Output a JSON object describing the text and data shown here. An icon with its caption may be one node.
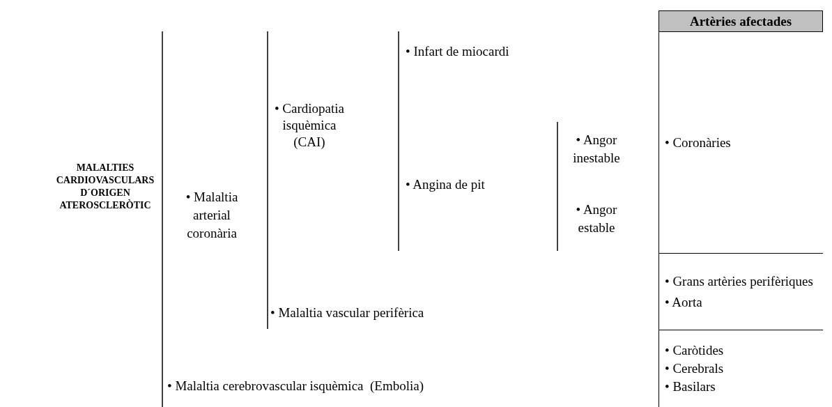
{
  "diagram": {
    "nodes": [
      {
        "text": [
          "Artèries afectades"
        ]
      },
      {
        "text": [
          "• Coronàries"
        ]
      },
      {
        "text": [
          "• Grans artèries perifèriques",
          "• Aorta"
        ]
      },
      {
        "text": [
          "• Caròtides",
          "• Cerebrals",
          "• Basilars"
        ]
      }
    ],
    "labels": [
      "MALALTIES CARDIOVASCULARS D´ORIGEN ATEROSCLERÒTIC",
      "• Infart de miocardi",
      "• Cardiopatia isquèmica (CAI)",
      "• Angor inestable",
      "• Malaltia arterial coronària",
      "• Angina de pit",
      "• Angor estable",
      "• Malaltia vascular perifèrica",
      "• Malaltia cerebrovascular isquèmica  (Embolia)"
    ]
  }
}
